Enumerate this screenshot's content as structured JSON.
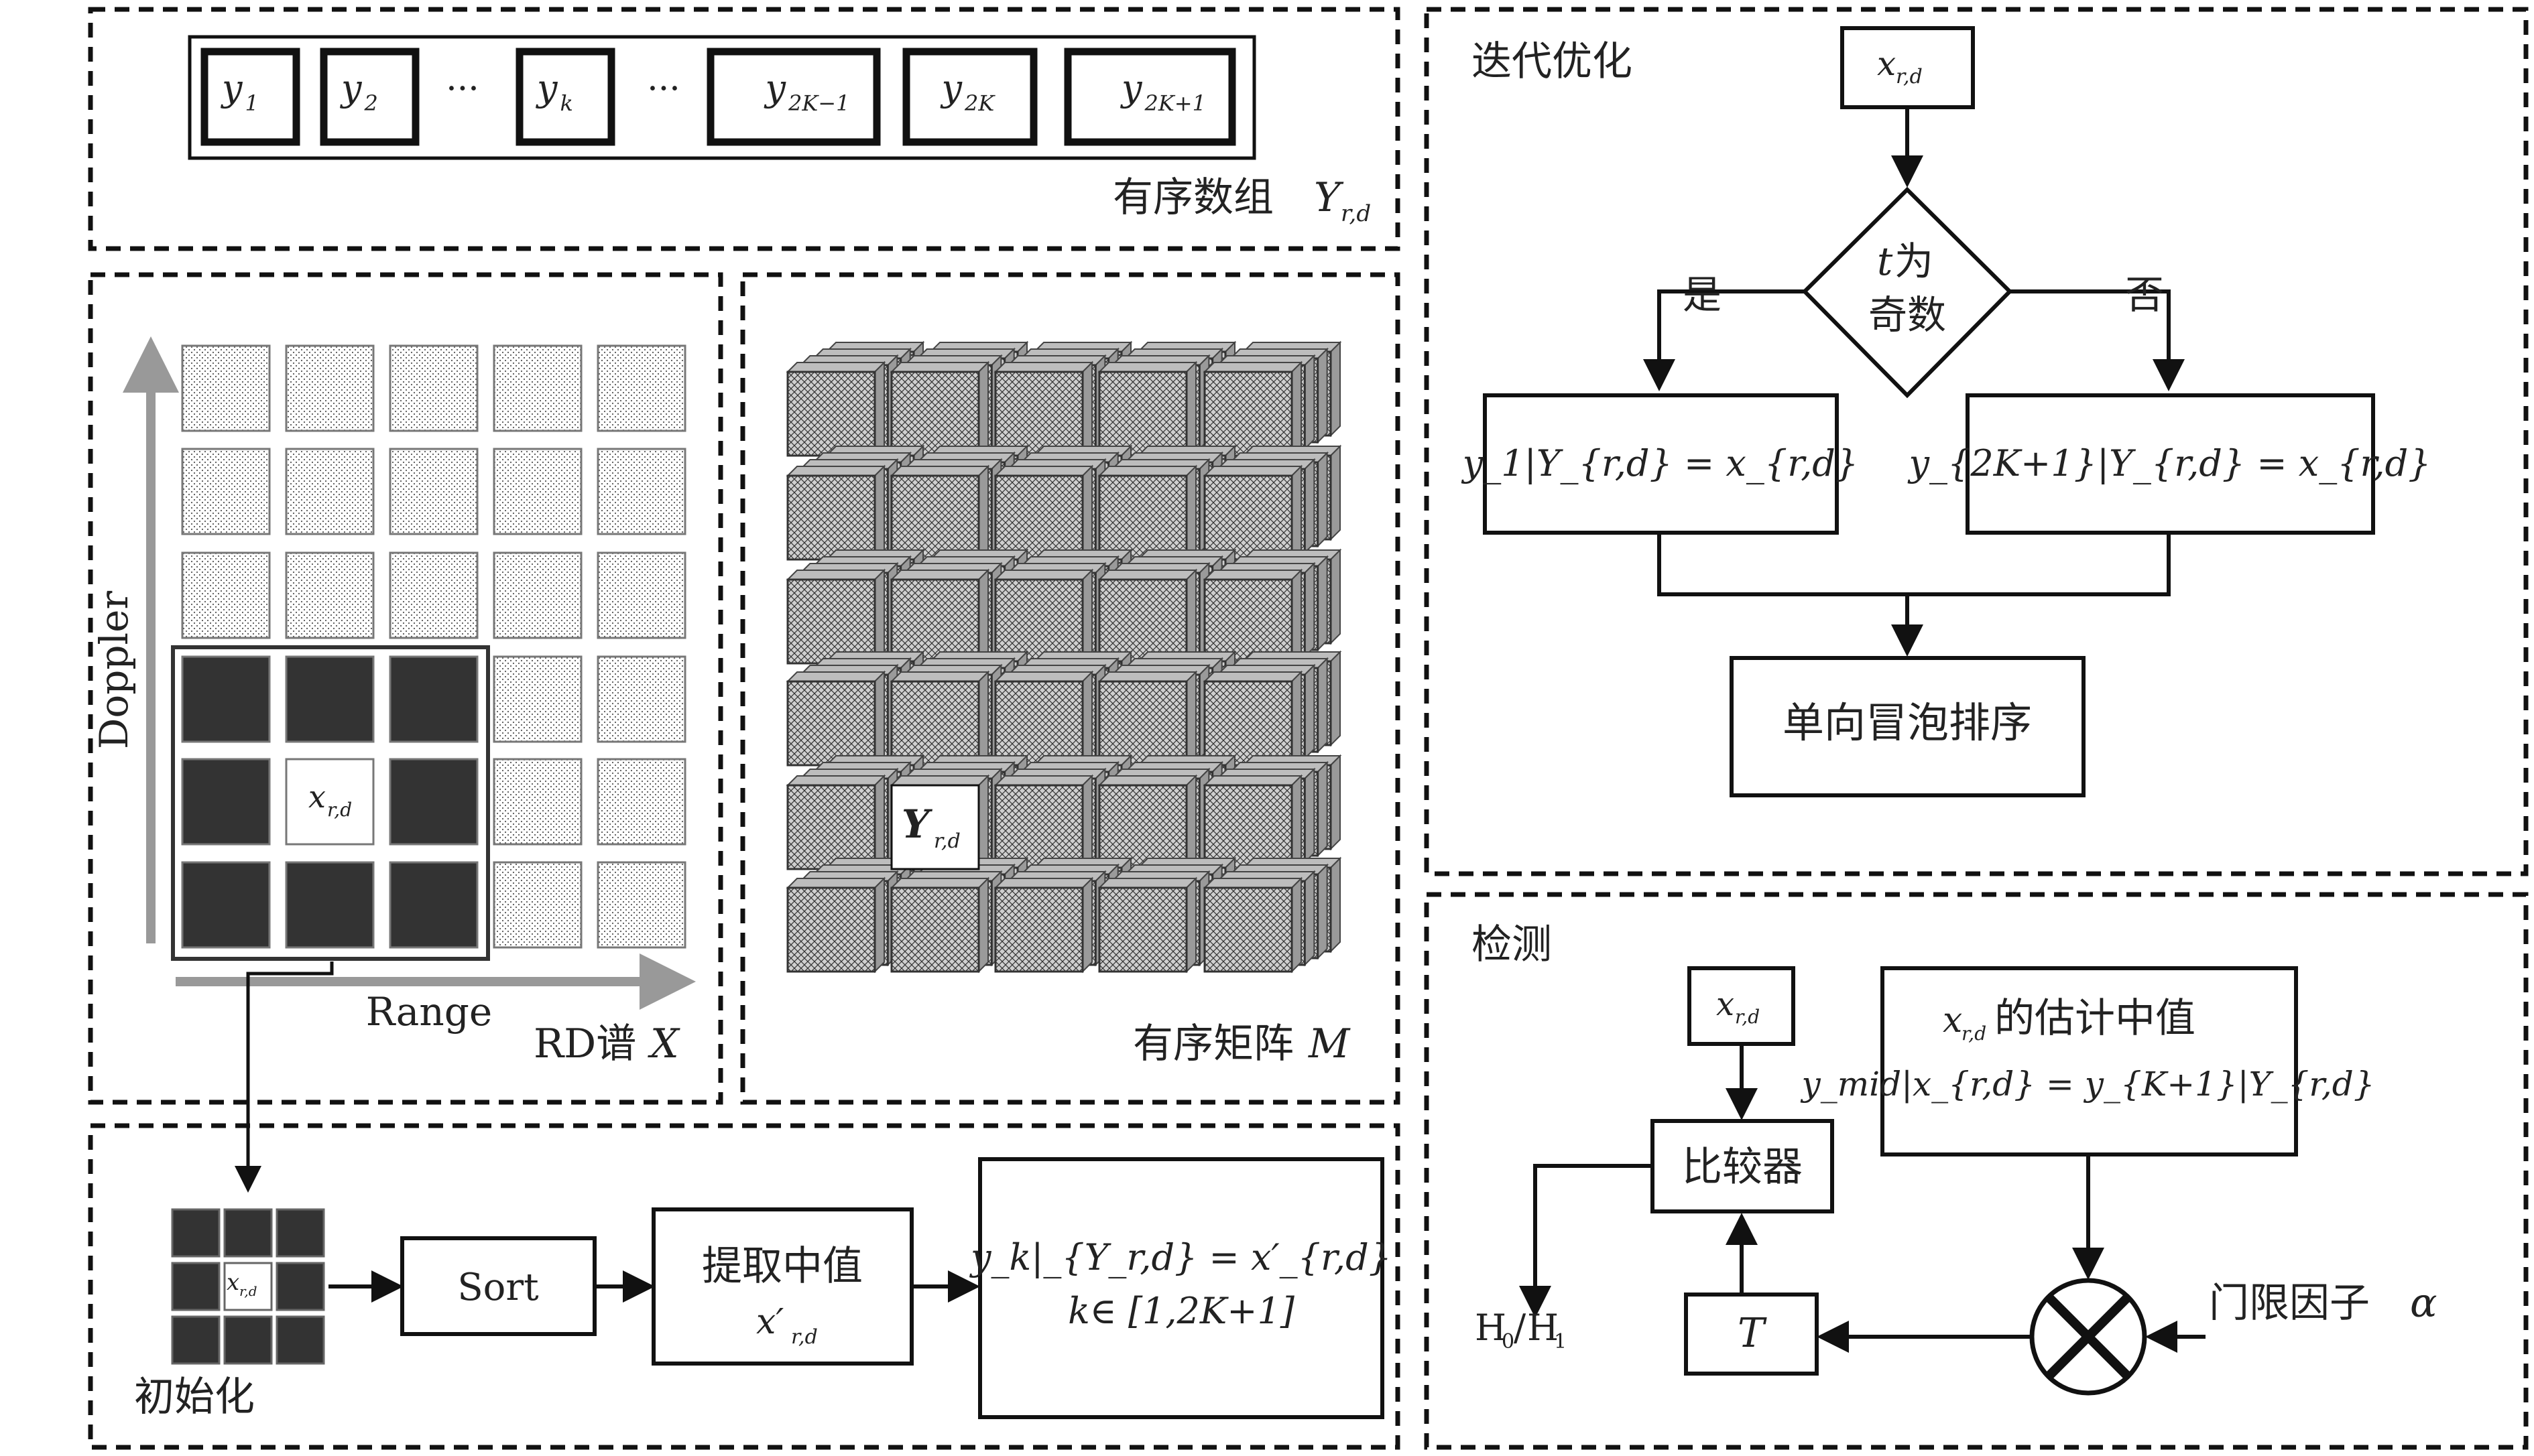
{
  "ordered_array": {
    "cells": [
      {
        "base": "y",
        "sub": "1"
      },
      {
        "base": "y",
        "sub": "2"
      },
      {
        "base": "",
        "sub": "",
        "ellipsis": "···"
      },
      {
        "base": "y",
        "sub": "k"
      },
      {
        "base": "",
        "sub": "",
        "ellipsis": "···"
      },
      {
        "base": "y",
        "sub": "2K−1"
      },
      {
        "base": "y",
        "sub": "2K"
      },
      {
        "base": "y",
        "sub": "2K+1"
      }
    ],
    "caption_text": "有序数组",
    "caption_math": "Y",
    "caption_sub": "r,d"
  },
  "rd_spectrum": {
    "axis_y": "Doppler",
    "axis_x": "Range",
    "cut_cell": {
      "base": "x",
      "sub": "r,d"
    },
    "caption_text": "RD谱",
    "caption_math": "X"
  },
  "ordered_matrix": {
    "cell": {
      "base": "Y",
      "sub": "r,d"
    },
    "caption_text": "有序矩阵",
    "caption_math": "M"
  },
  "init": {
    "mini_cell": {
      "base": "x",
      "sub": "r,d"
    },
    "label": "初始化",
    "sort_label": "Sort",
    "median_title": "提取中值",
    "median_var": {
      "base": "x′",
      "sub": "r,d"
    },
    "result_line1": "y_k|_{Y_r,d} = x′_{r,d}",
    "result_line2": "k∈ [1,2K+1]"
  },
  "iteration": {
    "title": "迭代优化",
    "input": {
      "base": "x",
      "sub": "r,d"
    },
    "decision_var": "t",
    "decision_line1": "为",
    "decision_line2": "奇数",
    "yes": "是",
    "no": "否",
    "left_box": "y_1|Y_{r,d} = x_{r,d}",
    "right_box": "y_{2K+1}|Y_{r,d} = x_{r,d}",
    "bubble": "单向冒泡排序"
  },
  "detection": {
    "title": "检测",
    "input": {
      "base": "x",
      "sub": "r,d"
    },
    "comparator": "比较器",
    "estimate_line1": "的估计中值",
    "estimate_var": {
      "base": "x",
      "sub": "r,d"
    },
    "estimate_line2": "y_mid|x_{r,d} = y_{K+1}|Y_{r,d}",
    "threshold_label": "门限因子",
    "threshold_symbol": "α",
    "T": "T",
    "output": "H",
    "output_sub0": "0",
    "output_sub1": "1"
  }
}
